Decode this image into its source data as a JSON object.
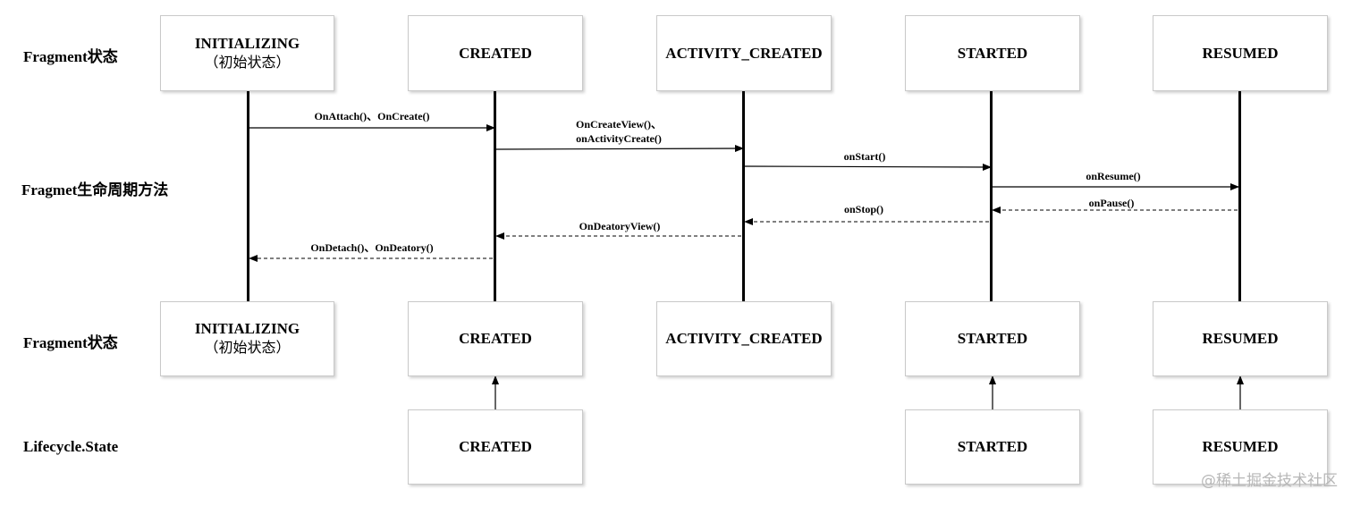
{
  "row_labels": {
    "fragment_state_top": "Fragment状态",
    "lifecycle_methods": "Fragmet生命周期方法",
    "fragment_state_bottom": "Fragment状态",
    "lifecycle_state": "Lifecycle.State"
  },
  "states": {
    "initializing": "INITIALIZING",
    "initializing_sub": "（初始状态）",
    "created": "CREATED",
    "activity_created": "ACTIVITY_CREATED",
    "started": "STARTED",
    "resumed": "RESUMED"
  },
  "lifecycle_states": {
    "created": "CREATED",
    "started": "STARTED",
    "resumed": "RESUMED"
  },
  "methods": {
    "on_attach_create": "OnAttach()、OnCreate()",
    "on_create_view_line1": "OnCreateView()、",
    "on_create_view_line2": "onActivityCreate()",
    "on_start": "onStart()",
    "on_resume": "onResume()",
    "on_pause": "onPause()",
    "on_stop": "onStop()",
    "on_destroy_view": "OnDeatoryView()",
    "on_detach_destroy": "OnDetach()、OnDeatory()"
  },
  "watermark": "@稀土掘金技术社区"
}
